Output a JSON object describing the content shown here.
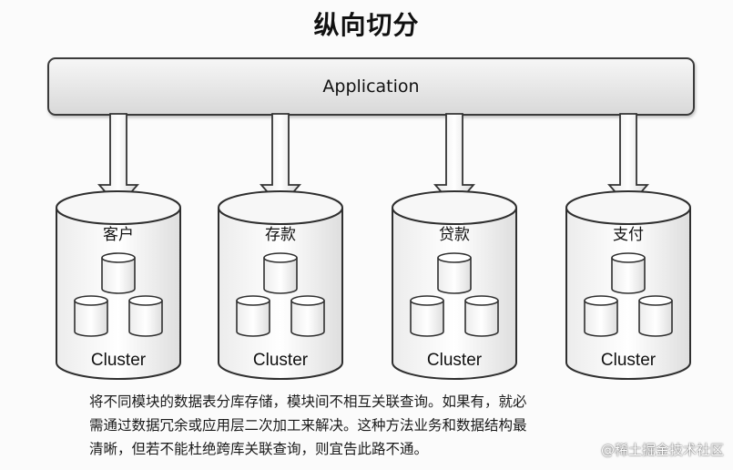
{
  "title": "纵向切分",
  "application_label": "Application",
  "clusters": [
    {
      "name": "客户",
      "label": "Cluster"
    },
    {
      "name": "存款",
      "label": "Cluster"
    },
    {
      "name": "贷款",
      "label": "Cluster"
    },
    {
      "name": "支付",
      "label": "Cluster"
    }
  ],
  "description": {
    "line1": "将不同模块的数据表分库存储，模块间不相互关联查询。如果有，就必",
    "line2": "需通过数据冗余或应用层二次加工来解决。这种方法业务和数据结构最",
    "line3": "清晰，但若不能杜绝跨库关联查询，则宜告此路不通。"
  },
  "watermark": "@稀土掘金技术社区"
}
